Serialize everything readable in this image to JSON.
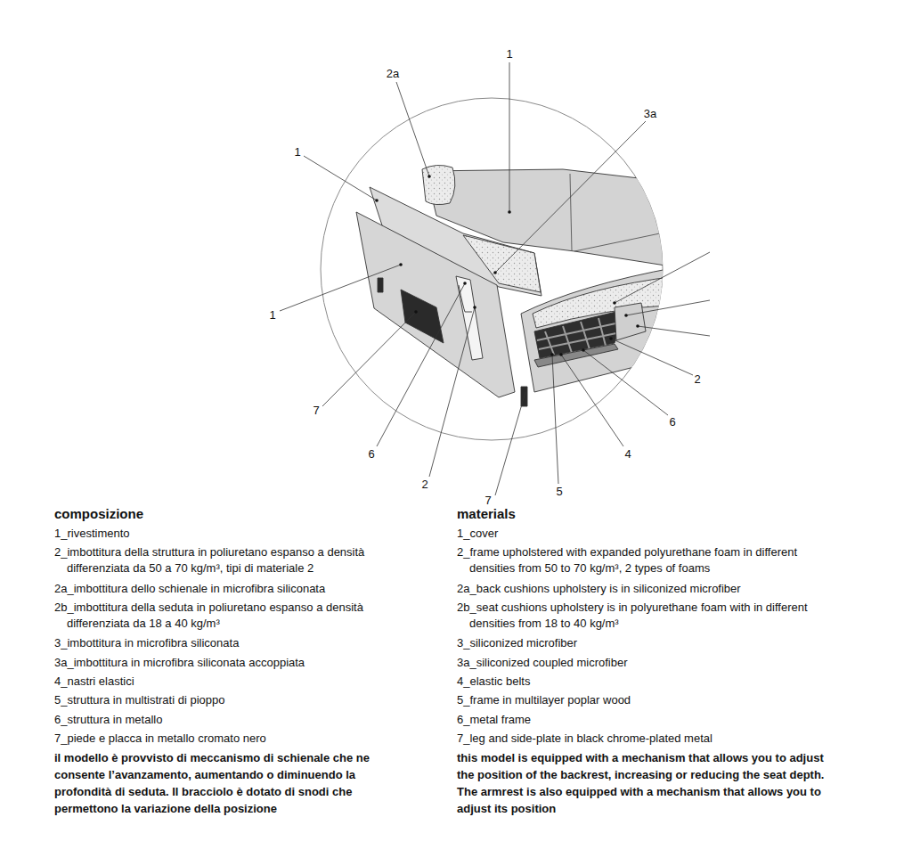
{
  "diagram": {
    "labels": [
      "1",
      "2a",
      "3a",
      "1",
      "1",
      "2",
      "6",
      "7",
      "6",
      "4",
      "2",
      "5",
      "7",
      "composizione",
      "1_rivestimento",
      "2_imbottitura della struttura in poliuretano espanso a densità differenziata da 50 a 70 kg/m³, tipi di materiale 2",
      "2a_imbottitura dello schienale in microfibra siliconata",
      "2b_imbottitura della seduta in poliuretano espanso a densità differenziata da 18 a 40 kg/m³",
      "3_imbottitura in microfibra siliconata",
      "3a_imbottitura in microfibra siliconata accoppiata",
      "4_nastri elastici",
      "5_struttura in multistrati di pioppo",
      "6_struttura in metallo",
      "7_piede e placca in metallo cromato nero",
      "il modello è provvisto di meccanismo di schienale che ne consente l’avanzamento, aumentando o diminuendo la profondità di seduta. Il bracciolo è dotato di snodi che permettono la variazione della posizione",
      "materials",
      "1_cover",
      "2_frame upholstered with expanded polyurethane foam in different densities from 50 to 70 kg/m³, 2 types of foams",
      "2a_back cushions upholstery is in siliconized microfiber",
      "2b_seat cushions upholstery is in polyurethane foam with in different densities from 18 to 40 kg/m³",
      "3_siliconized microfiber",
      "3a_siliconized coupled microfiber",
      "4_elastic belts",
      "5_frame in multilayer poplar wood",
      "6_metal frame",
      "7_leg and side-plate in black chrome-plated metal",
      "this model is equipped with a mechanism that allows you to adjust the position of the backrest, increasing or reducing the seat depth. The armrest is also equipped with a mechanism that allows you to adjust its position"
    ]
  }
}
